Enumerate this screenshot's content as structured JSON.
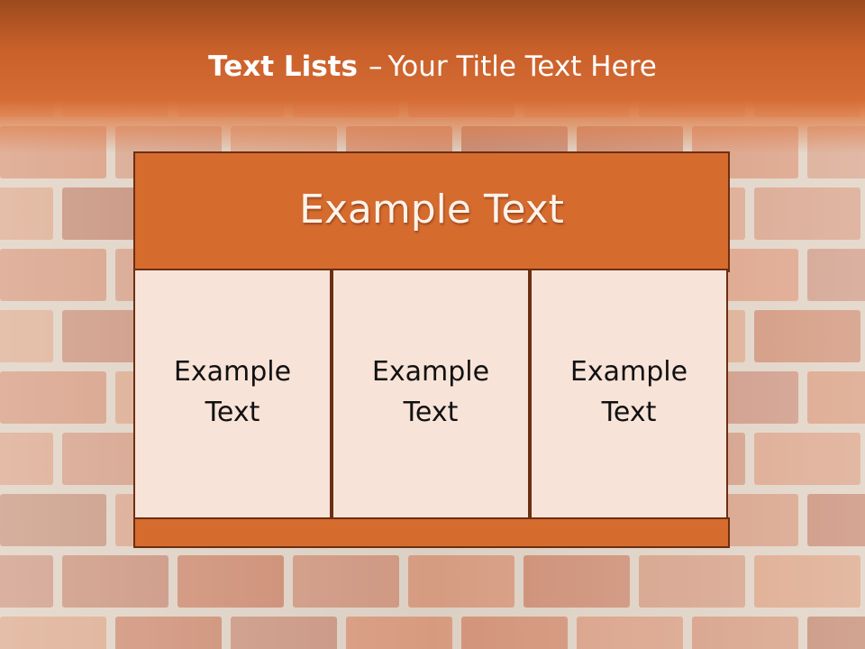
{
  "slide": {
    "title_bold": "Text Lists",
    "title_dash": "–",
    "title_rest": "Your Title Text Here",
    "header_text": "Example Text",
    "cells": [
      {
        "text": "Example\nText"
      },
      {
        "text": "Example\nText"
      },
      {
        "text": "Example\nText"
      }
    ]
  },
  "colors": {
    "header_band": "#c9602a",
    "panel_orange": "#d66b2e",
    "cell_fill": "#f8e3d8",
    "border": "#6b2f12",
    "title_text": "#ffffff"
  },
  "icons": [
    "brick-wall-background"
  ]
}
